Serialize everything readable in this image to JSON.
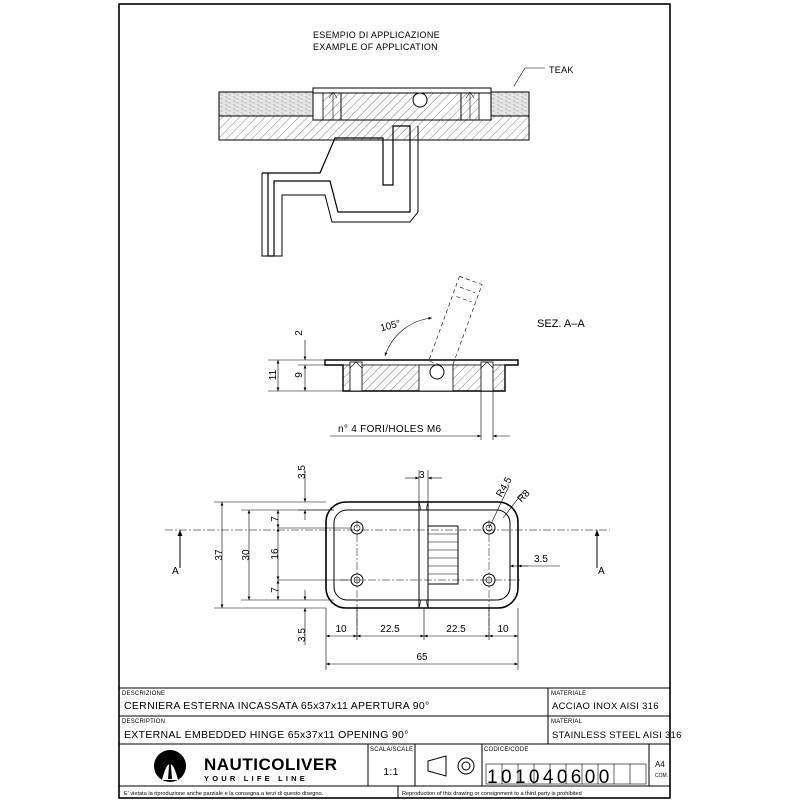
{
  "application": {
    "title_it": "ESEMPIO DI APPLICAZIONE",
    "title_en": "EXAMPLE OF APPLICATION",
    "wood_label": "TEAK"
  },
  "section": {
    "title": "SEZ. A–A",
    "angle": "105°",
    "dim_total": "11",
    "dim_flange": "2",
    "dim_body": "9",
    "holes_note": "n° 4 FORI/HOLES M6"
  },
  "plan": {
    "dim_margin_top": "3.5",
    "dim_margin_bottom": "3.5",
    "dim_slot": "3",
    "dim_r_small": "R4.5",
    "dim_r_large": "R8",
    "dim_height_total": "37",
    "dim_height_inner": "30",
    "dim_hole_top": "7",
    "dim_hole_spacing": "16",
    "dim_hole_bottom": "7",
    "dim_right_offset": "3.5",
    "dim_edge_left": "10",
    "dim_pitch_left": "22.5",
    "dim_pitch_right": "22.5",
    "dim_edge_right": "10",
    "dim_length_total": "65",
    "section_mark_left": "A",
    "section_mark_right": "A"
  },
  "titleblock": {
    "desc_label": "DESCRIZIONE",
    "desc_it": "CERNIERA ESTERNA INCASSATA 65x37x11 APERTURA 90°",
    "desc_label_en": "DESCRIPTION",
    "desc_en": "EXTERNAL EMBEDDED HINGE 65x37x11 OPENING 90°",
    "material_label": "MATERIALE",
    "material_it": "ACCIAO INOX AISI 316",
    "material_label_en": "MATERIAL",
    "material_en": "STAINLESS STEEL AISI 316",
    "brand": "NAUTICOLIVER",
    "tagline": "YOUR LIFE LINE",
    "scale_label": "SCALA/SCALE",
    "scale": "1:1",
    "code_label": "CODICE/CODE",
    "code": "101040600",
    "format": "A4",
    "format_sub": "COM.",
    "notice_it": "E' vietata la riproduzione anche parziale e la consegna a terzi di questo disegno.",
    "notice_en": "Reproduction of this drawing or consignment to a third party is prohibited"
  }
}
